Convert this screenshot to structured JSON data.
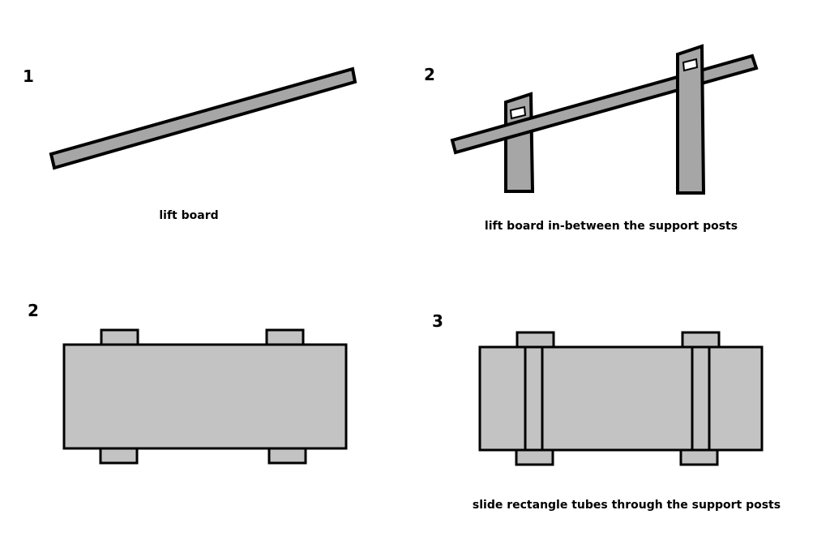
{
  "colors": {
    "board_side": "#a6a6a6",
    "board_top": "#c3c3c3",
    "stroke": "#000000",
    "hole": "#ffffff",
    "background": "#ffffff"
  },
  "panels": [
    {
      "number": "1",
      "caption": "lift board"
    },
    {
      "number": "2",
      "caption": "lift board in-between the support posts"
    },
    {
      "number": "2",
      "caption": ""
    },
    {
      "number": "3",
      "caption": "slide rectangle tubes through the support posts"
    }
  ]
}
